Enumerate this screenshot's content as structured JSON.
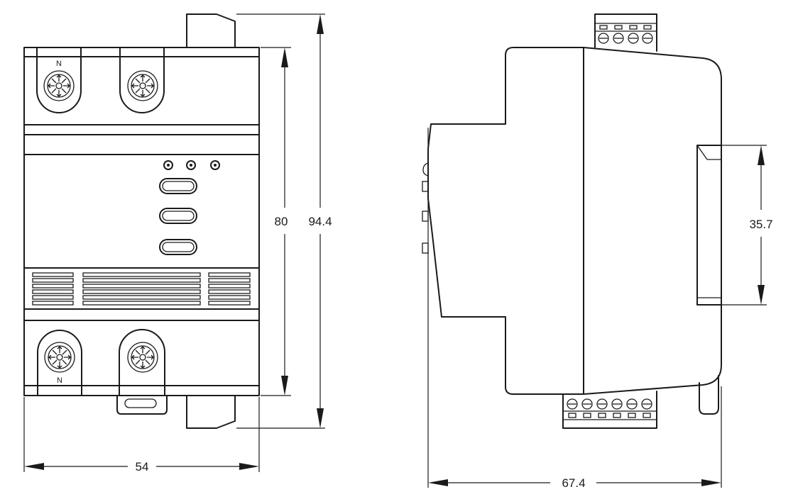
{
  "dimensions": {
    "width_front": "54",
    "height_body": "80",
    "height_total": "94.4",
    "depth_side": "67.4",
    "rail_height": "35.7"
  },
  "terminal_labels": {
    "top_left": "N",
    "bottom_left": "N"
  }
}
